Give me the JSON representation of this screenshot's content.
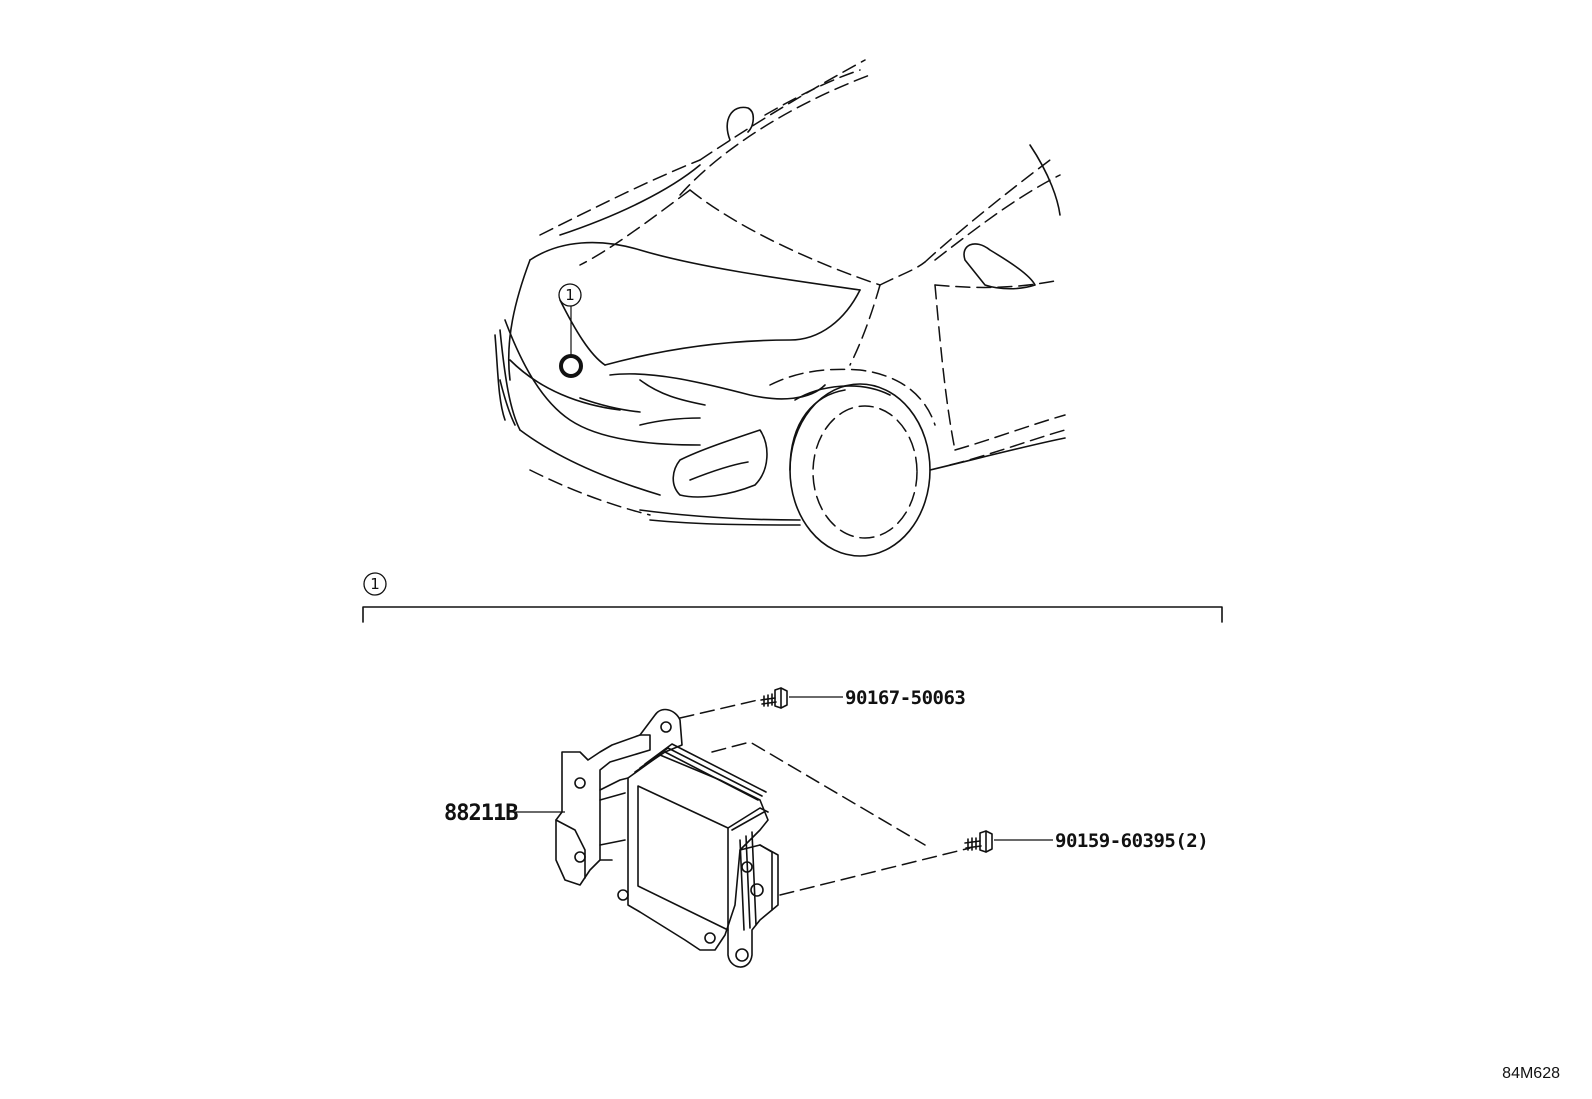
{
  "callout": {
    "number": "1"
  },
  "section": {
    "number": "1"
  },
  "parts": {
    "module": {
      "part_number": "88211B"
    },
    "bolt_top": {
      "part_number": "90167-50063"
    },
    "bolt_side": {
      "part_number": "90159-60395(2)"
    }
  },
  "diagram_code": "84M628"
}
